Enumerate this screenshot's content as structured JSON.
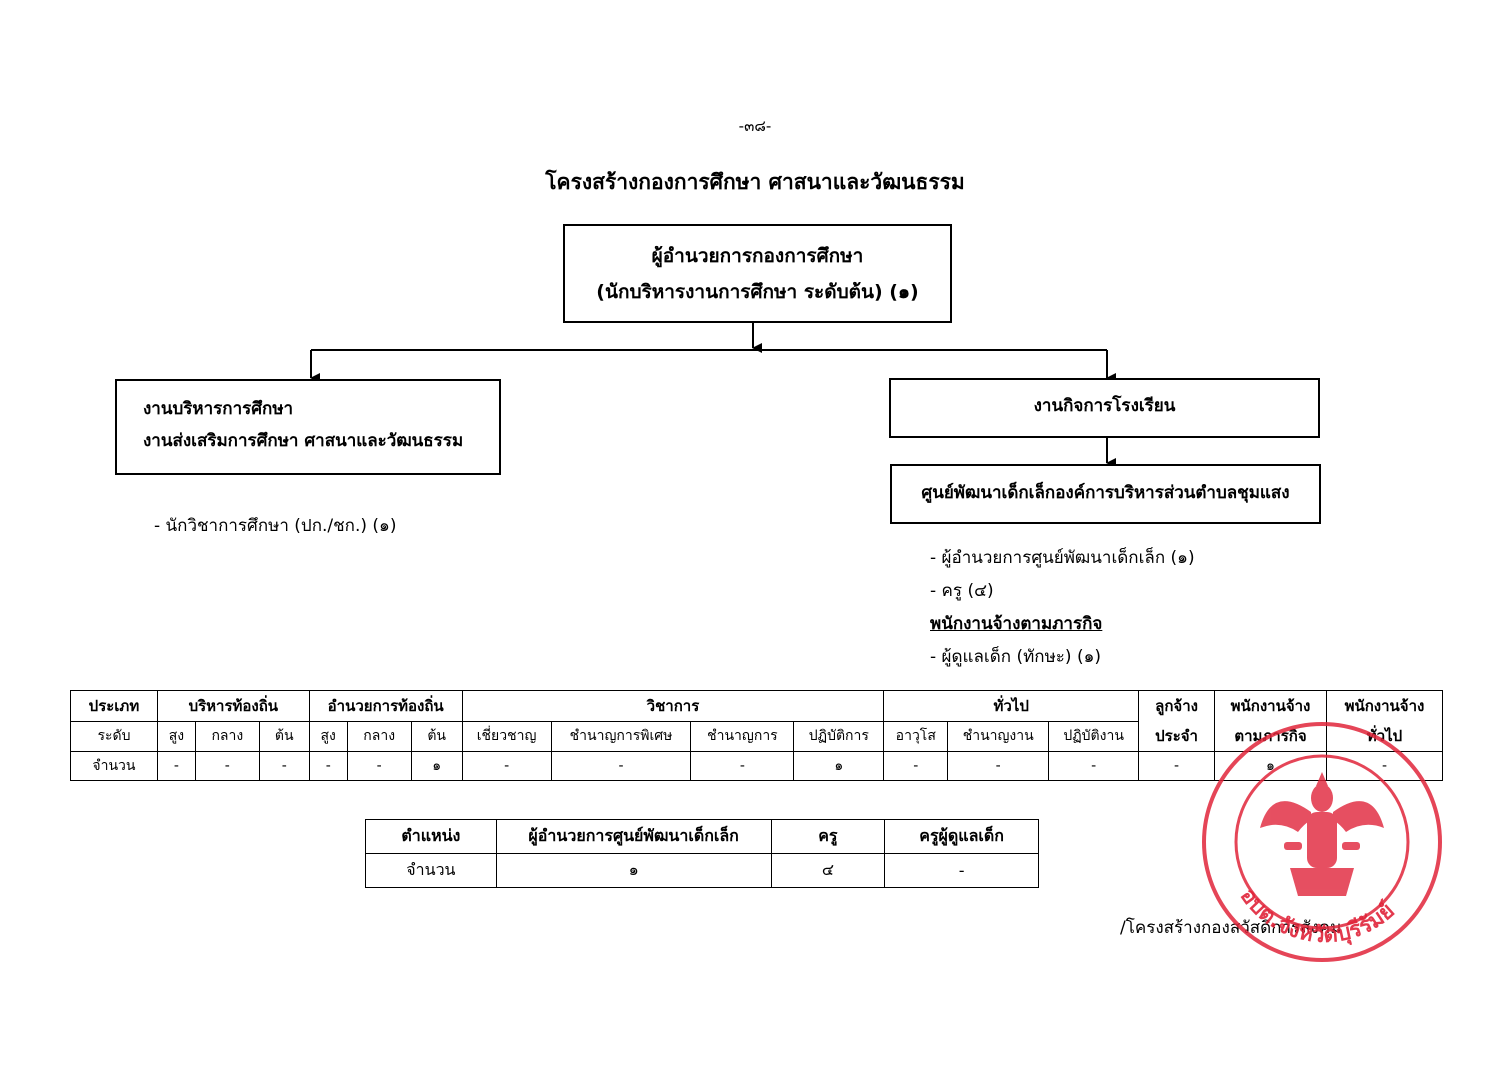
{
  "page_number": "-๓๘-",
  "title": "โครงสร้างกองการศึกษา ศาสนาและวัฒนธรรม",
  "top_box": {
    "line1": "ผู้อำนวยการกองการศึกษา",
    "line2": "(นักบริหารงานการศึกษา ระดับต้น) (๑)"
  },
  "left_box": {
    "line1": "งานบริหารการศึกษา",
    "line2": "งานส่งเสริมการศึกษา ศาสนาและวัฒนธรรม"
  },
  "left_items": [
    "- นักวิชาการศึกษา (ปก./ชก.) (๑)"
  ],
  "right_box": {
    "label": "งานกิจการโรงเรียน"
  },
  "right_sub_box": {
    "label": "ศูนย์พัฒนาเด็กเล็กองค์การบริหารส่วนตำบลชุมแสง"
  },
  "right_items": [
    "- ผู้อำนวยการศูนย์พัฒนาเด็กเล็ก (๑)",
    "- ครู  (๔)"
  ],
  "mission_heading": "พนักงานจ้างตามภารกิจ",
  "mission_items": [
    "- ผู้ดูแลเด็ก (ทักษะ) (๑)"
  ],
  "table1": {
    "row1": {
      "type": "ประเภท",
      "local_admin": "บริหารท้องถิ่น",
      "local_director": "อำนวยการท้องถิ่น",
      "academic": "วิชาการ",
      "general": "ทั่วไป",
      "perm_a": "ลูกจ้าง",
      "perm_b": "ประจำ",
      "mission_a": "พนักงานจ้าง",
      "mission_b": "ตามภารกิจ",
      "gen_emp_a": "พนักงานจ้าง",
      "gen_emp_b": "ทั่วไป"
    },
    "row2": [
      "ระดับ",
      "สูง",
      "กลาง",
      "ต้น",
      "สูง",
      "กลาง",
      "ต้น",
      "เชี่ยวชาญ",
      "ชำนาญการพิเศษ",
      "ชำนาญการ",
      "ปฏิบัติการ",
      "อาวุโส",
      "ชำนาญงาน",
      "ปฏิบัติงาน"
    ],
    "row3": [
      "จำนวน",
      "-",
      "-",
      "-",
      "-",
      "-",
      "๑",
      "-",
      "-",
      "-",
      "๑",
      "-",
      "-",
      "-",
      "-",
      "๑",
      "-"
    ]
  },
  "table2": {
    "headers": [
      "ตำแหน่ง",
      "ผู้อำนวยการศูนย์พัฒนาเด็กเล็ก",
      "ครู",
      "ครูผู้ดูแลเด็ก"
    ],
    "values": [
      "จำนวน",
      "๑",
      "๔",
      "-"
    ]
  },
  "footer": "/โครงสร้างกองสวัสดิการสังคม",
  "seal_text": "อบต.จังหวัดบุรีรัมย์",
  "colors": {
    "seal": "#e0243a",
    "ink": "#000000"
  }
}
